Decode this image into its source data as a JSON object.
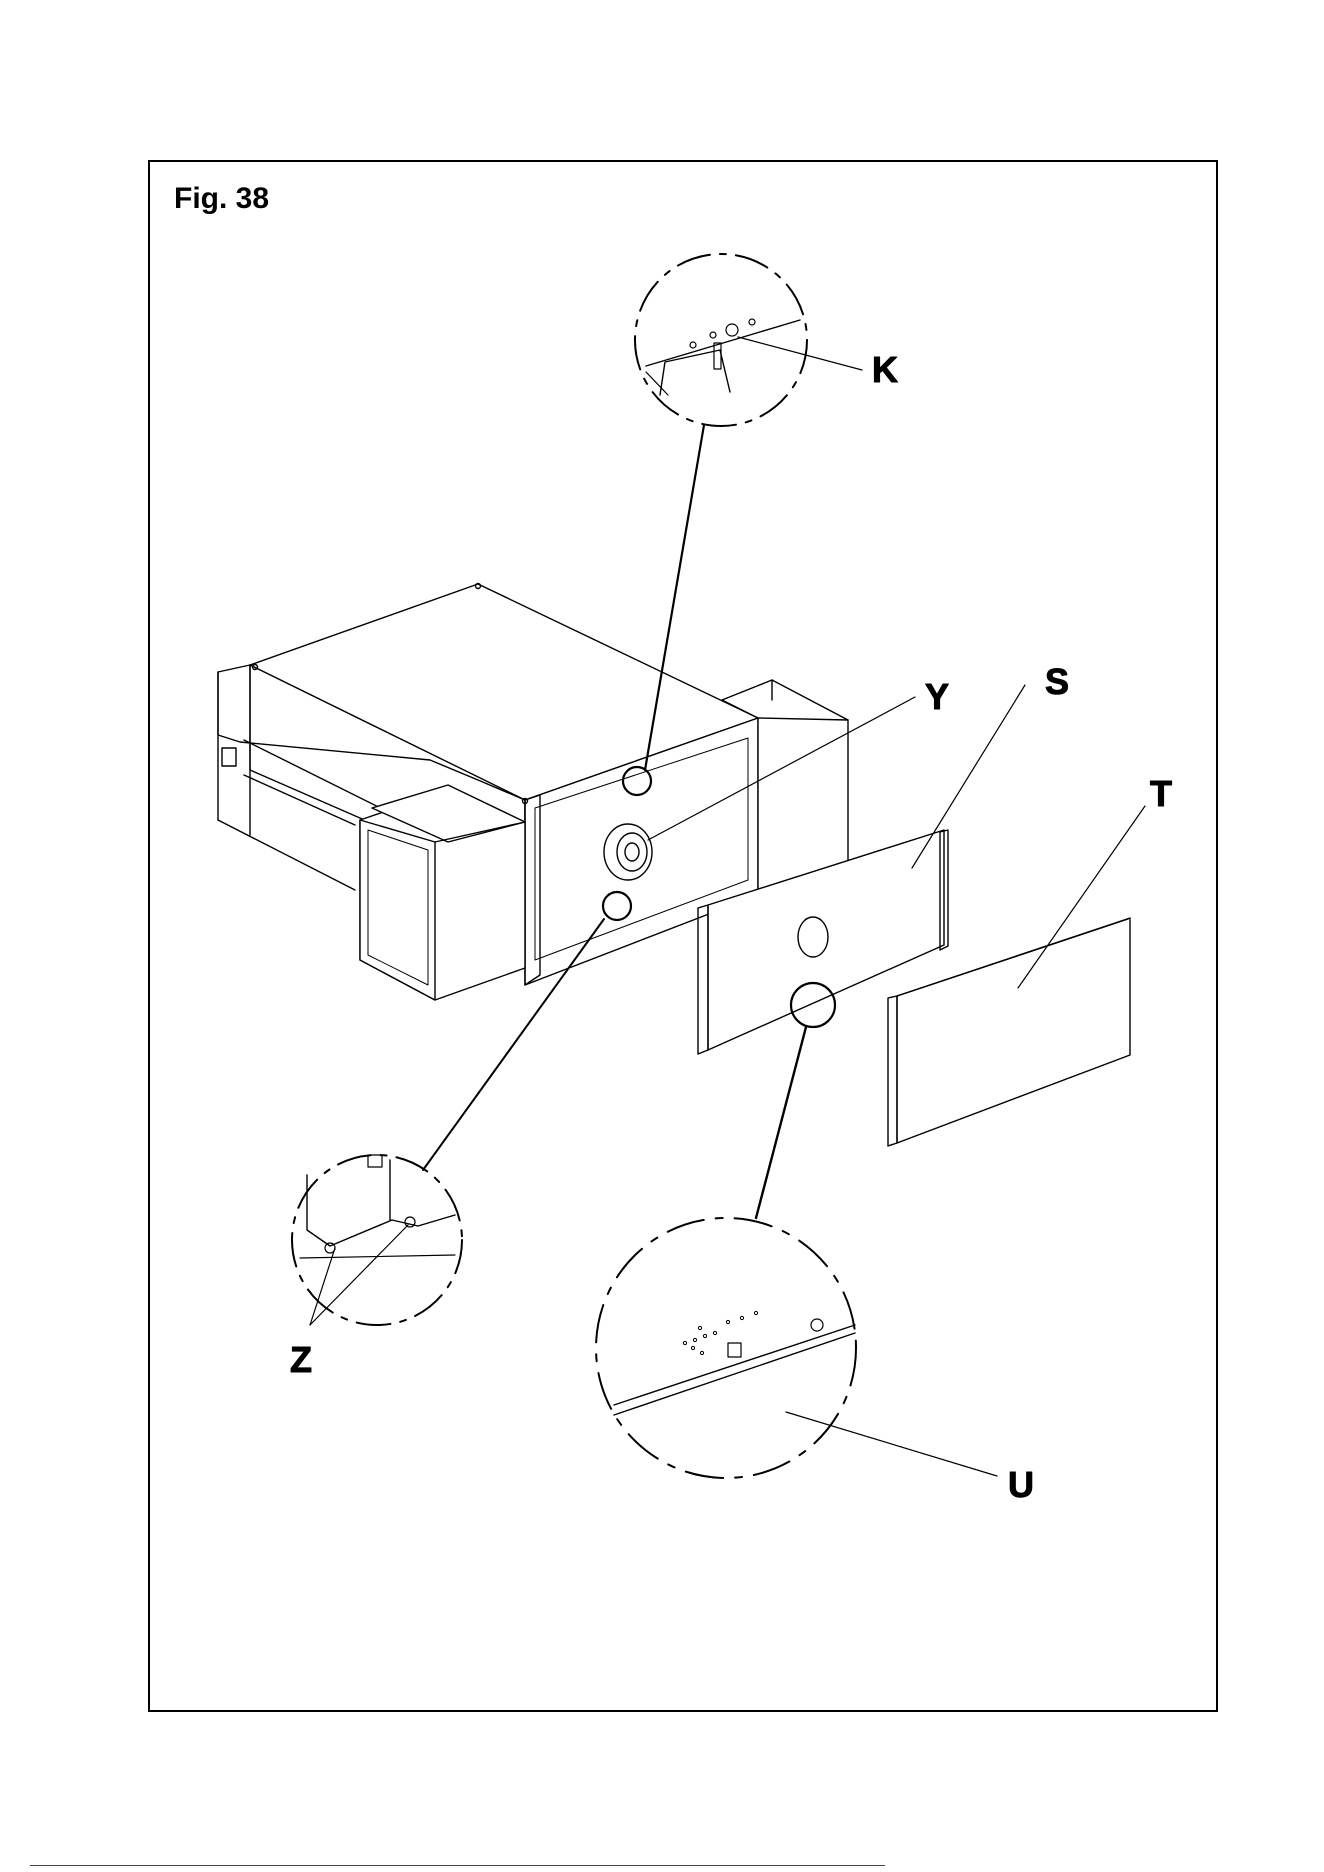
{
  "figure": {
    "title": "Fig. 38"
  },
  "callouts": {
    "k": "K",
    "y": "Y",
    "s": "S",
    "t": "T",
    "z": "Z",
    "u": "U"
  },
  "colors": {
    "line": "#000000",
    "background": "#ffffff"
  }
}
